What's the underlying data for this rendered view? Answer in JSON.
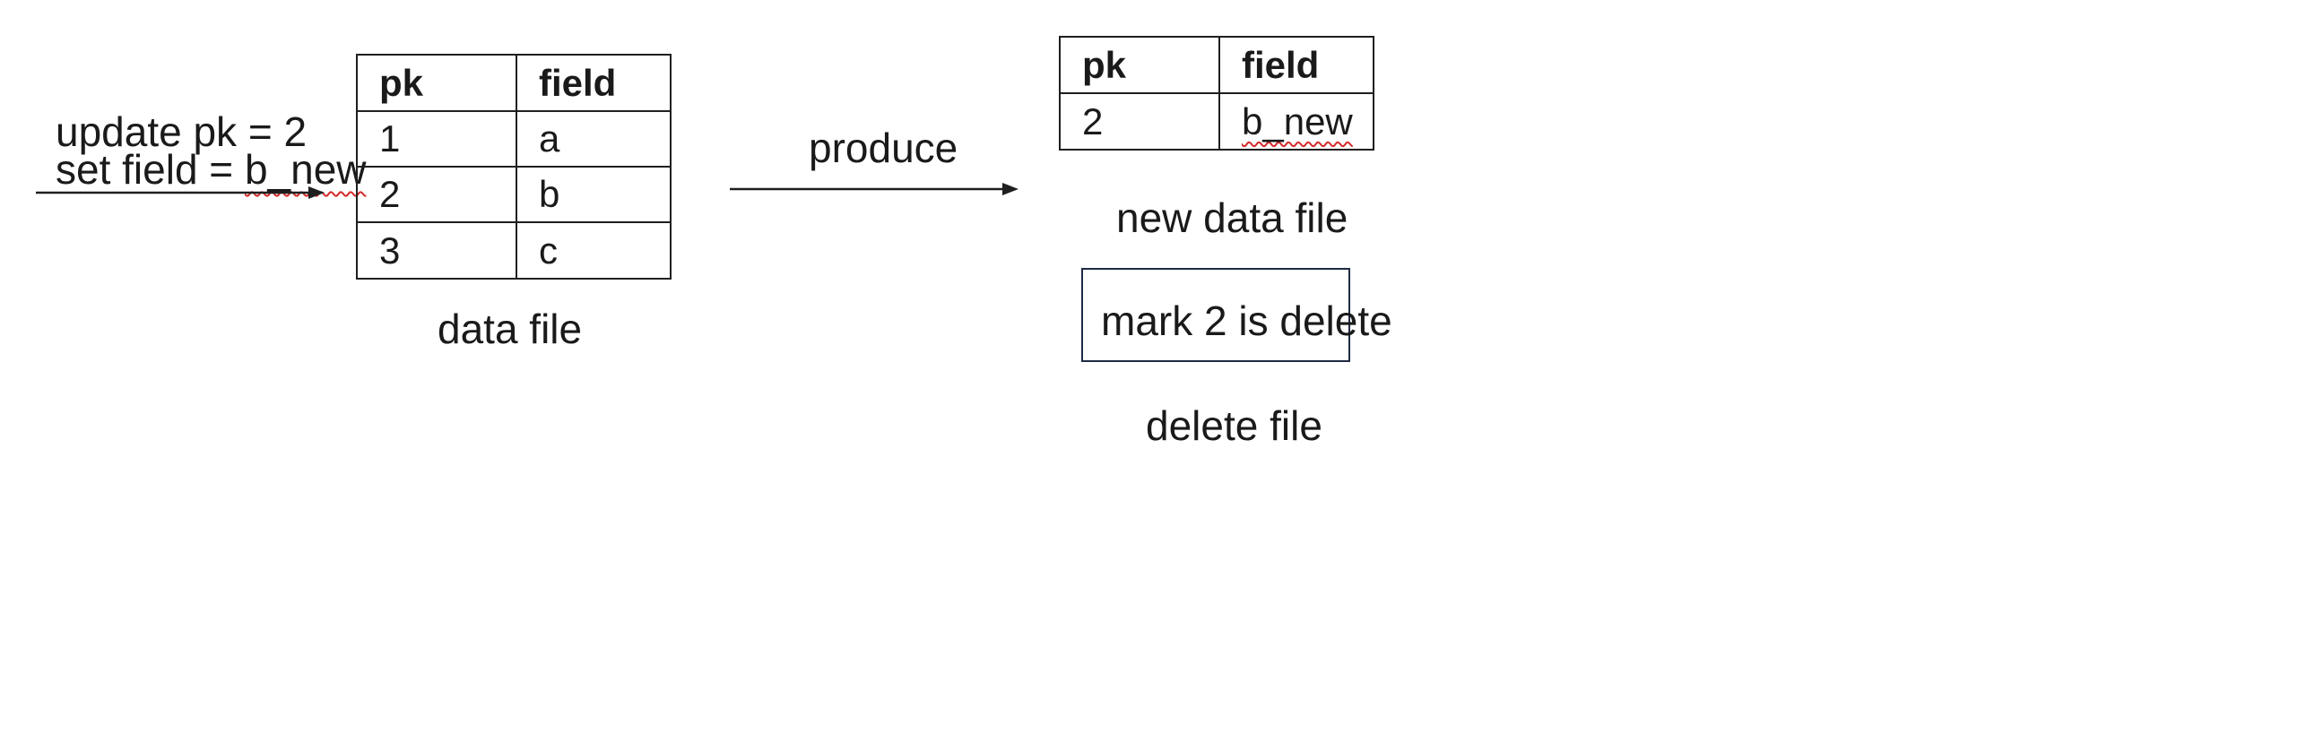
{
  "update_statement": {
    "line1": "update pk = 2",
    "line2_prefix": "set field = ",
    "line2_value": "b_new"
  },
  "produce_label": "produce",
  "data_file": {
    "caption": "data file",
    "headers": [
      "pk",
      "field"
    ],
    "rows": [
      [
        "1",
        "a"
      ],
      [
        "2",
        "b"
      ],
      [
        "3",
        "c"
      ]
    ]
  },
  "new_data_file": {
    "caption": "new data file",
    "headers": [
      "pk",
      "field"
    ],
    "rows": [
      [
        "2",
        "b_new"
      ]
    ]
  },
  "delete_file": {
    "caption": "delete file",
    "content": "mark 2 is delete"
  },
  "colors": {
    "line": "#1f1f1f",
    "delete_box_border": "#1f2a44",
    "spellcheck_squiggle": "#d42a2a"
  }
}
